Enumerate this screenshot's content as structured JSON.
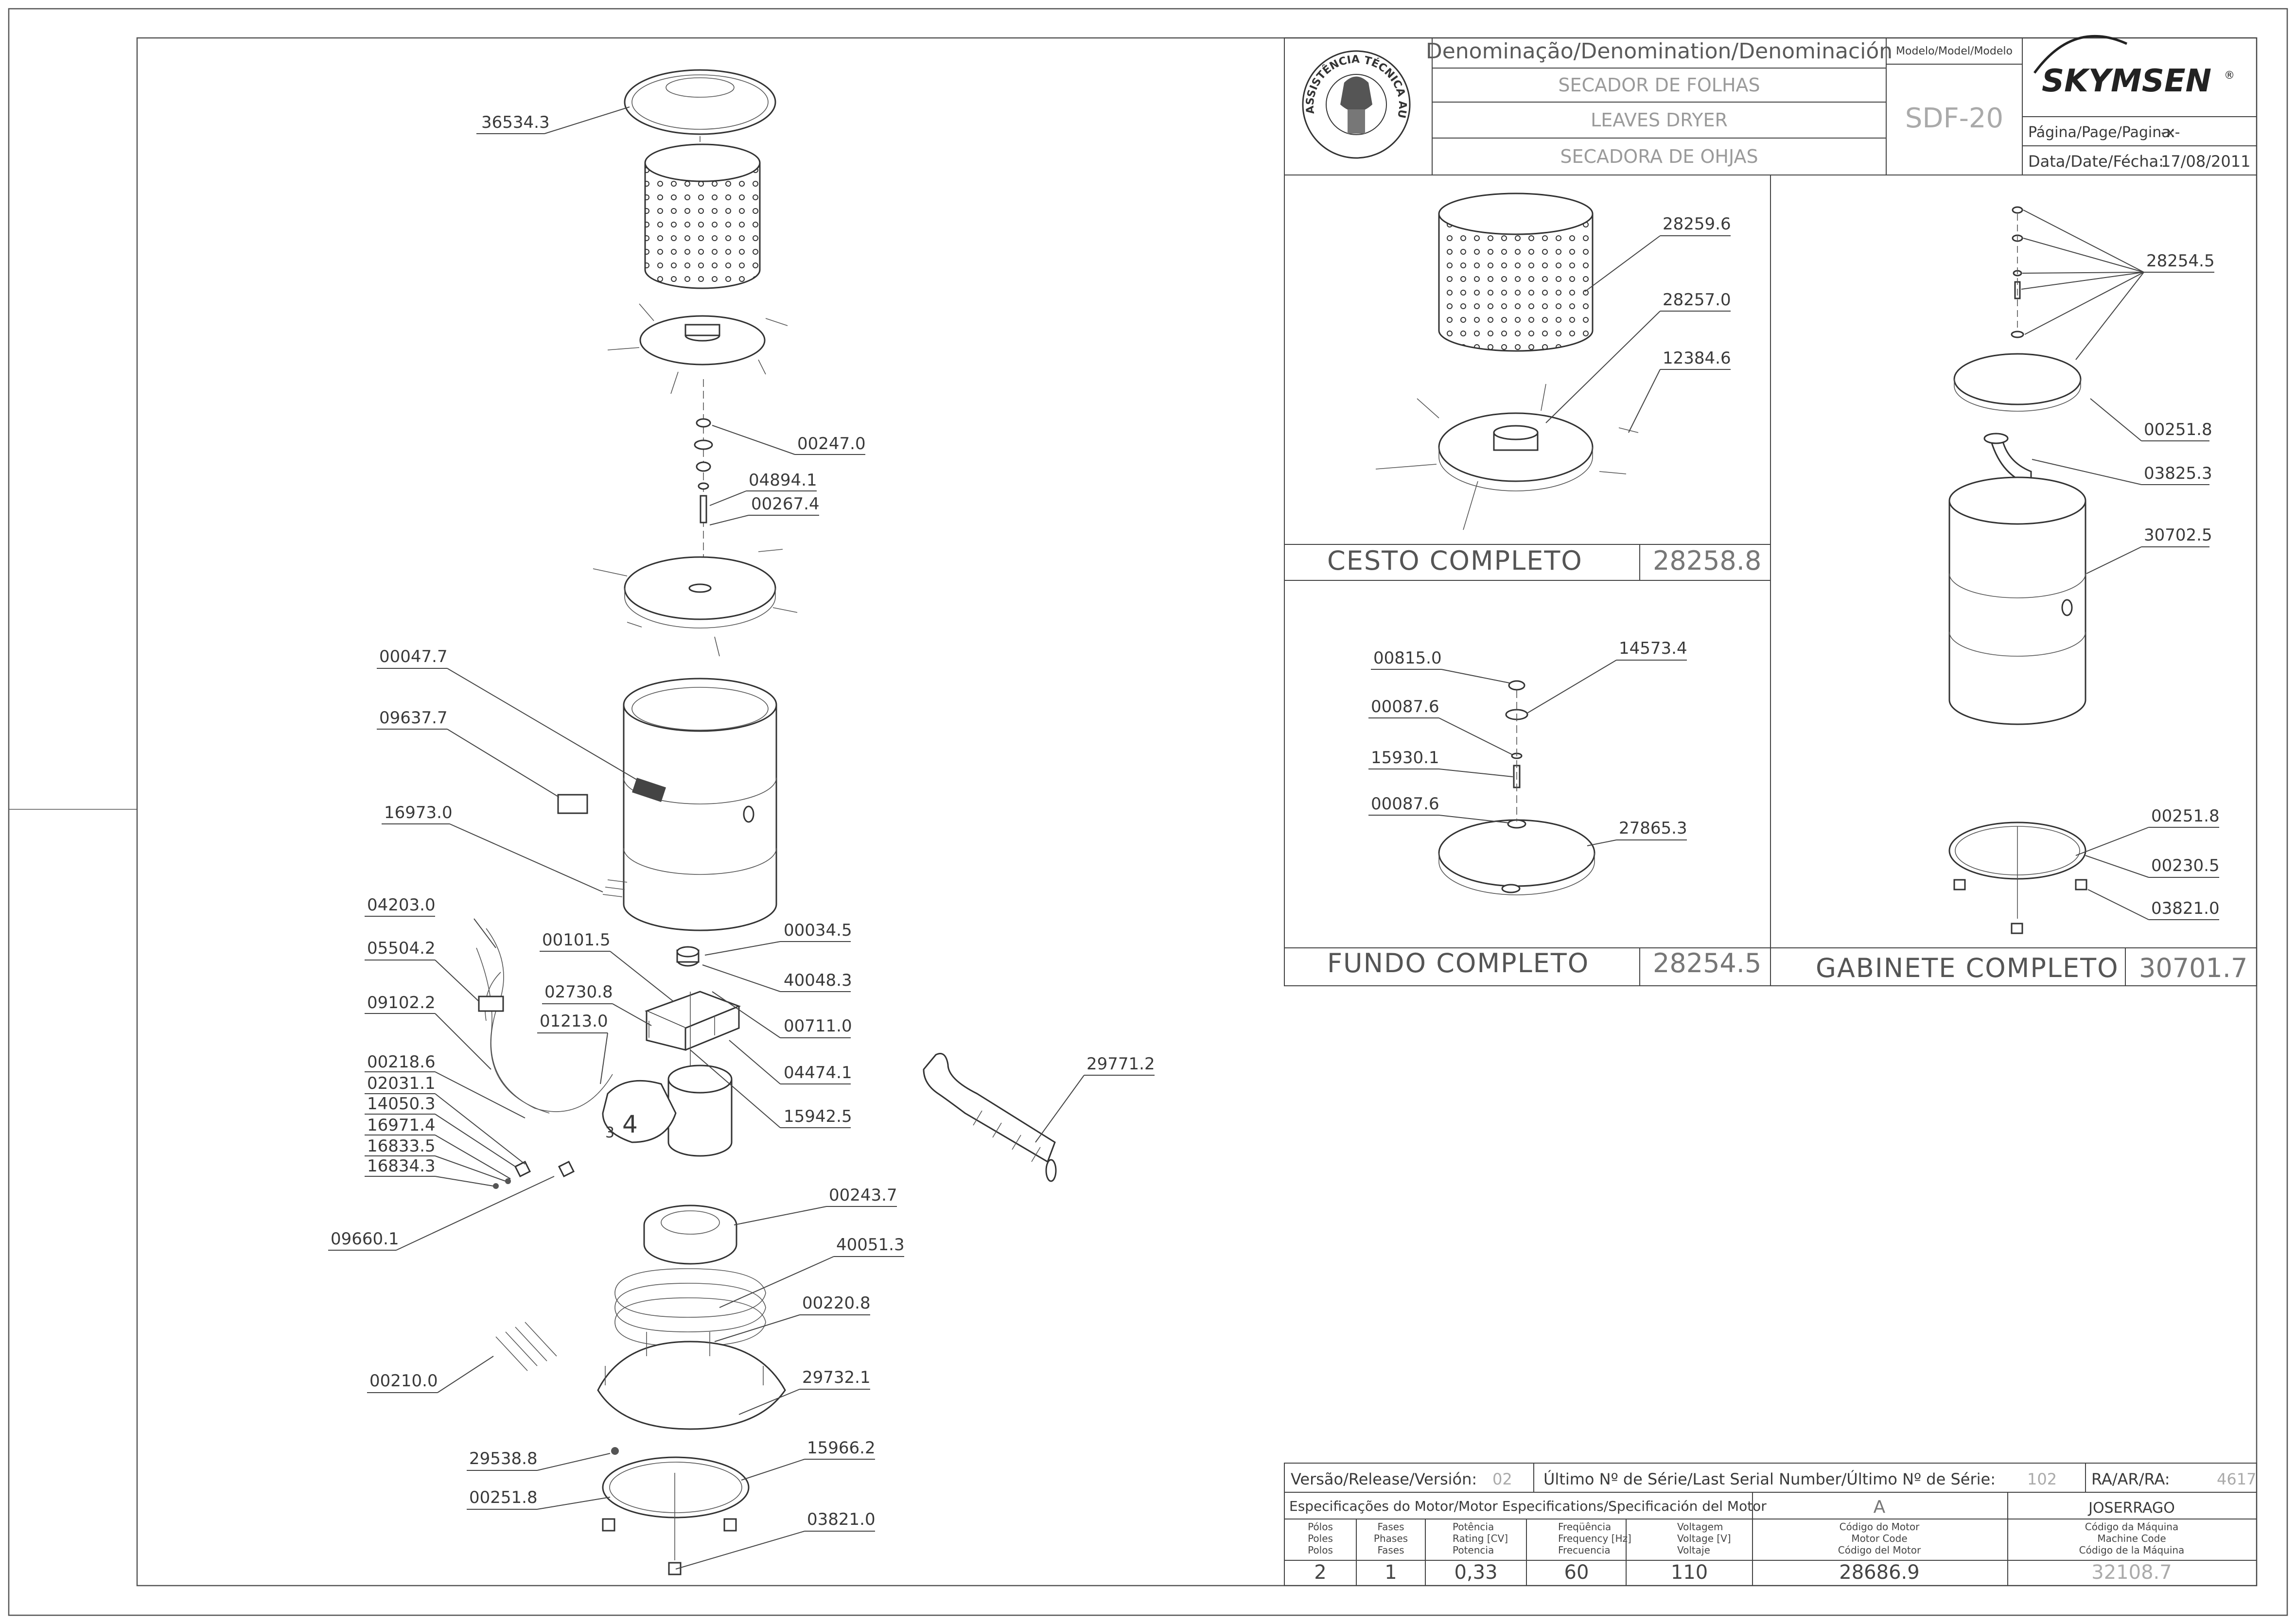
{
  "header": {
    "denomination_label": "Denominação/Denomination/Denominación",
    "name_pt": "SECADOR DE FOLHAS",
    "name_en": "LEAVES DRYER",
    "name_es": "SECADORA DE OHJAS",
    "model_label": "Modelo/Model/Modelo",
    "model": "SDF-20",
    "brand": "SKYMSEN",
    "brand_mark": "®",
    "page_label": "Página/Page/Pagina:",
    "page_value": "-x-",
    "date_label": "Data/Date/Fécha:",
    "date_value": "17/08/2011",
    "seal_text": "ASSISTÊNCIA TÉCNICA AUTORIZADA"
  },
  "main_parts": [
    {
      "code": "36534.3"
    },
    {
      "code": "00247.0"
    },
    {
      "code": "04894.1"
    },
    {
      "code": "00267.4"
    },
    {
      "code": "00047.7"
    },
    {
      "code": "09637.7"
    },
    {
      "code": "16973.0"
    },
    {
      "code": "04203.0"
    },
    {
      "code": "05504.2"
    },
    {
      "code": "09102.2"
    },
    {
      "code": "00218.6"
    },
    {
      "code": "02031.1"
    },
    {
      "code": "14050.3"
    },
    {
      "code": "16971.4"
    },
    {
      "code": "16833.5"
    },
    {
      "code": "16834.3"
    },
    {
      "code": "09660.1"
    },
    {
      "code": "00101.5"
    },
    {
      "code": "02730.8"
    },
    {
      "code": "01213.0"
    },
    {
      "code": "00034.5"
    },
    {
      "code": "40048.3"
    },
    {
      "code": "00711.0"
    },
    {
      "code": "04474.1"
    },
    {
      "code": "15942.5"
    },
    {
      "code": "29771.2"
    },
    {
      "code": "00243.7"
    },
    {
      "code": "40051.3"
    },
    {
      "code": "00220.8"
    },
    {
      "code": "00210.0"
    },
    {
      "code": "29732.1"
    },
    {
      "code": "29538.8"
    },
    {
      "code": "15966.2"
    },
    {
      "code": "00251.8"
    },
    {
      "code": "03821.0"
    }
  ],
  "assemblies": {
    "cesto": {
      "name": "CESTO COMPLETO",
      "code": "28258.8",
      "parts": [
        {
          "code": "28259.6"
        },
        {
          "code": "28257.0"
        },
        {
          "code": "12384.6"
        }
      ]
    },
    "fundo": {
      "name": "FUNDO COMPLETO",
      "code": "28254.5",
      "parts": [
        {
          "code": "00815.0"
        },
        {
          "code": "14573.4"
        },
        {
          "code": "00087.6"
        },
        {
          "code": "15930.1"
        },
        {
          "code": "00087.6"
        },
        {
          "code": "27865.3"
        }
      ]
    },
    "gabinete": {
      "name": "GABINETE COMPLETO",
      "code": "30701.7",
      "parts": [
        {
          "code": "28254.5"
        },
        {
          "code": "00251.8"
        },
        {
          "code": "03825.3"
        },
        {
          "code": "30702.5"
        },
        {
          "code": "00251.8"
        },
        {
          "code": "00230.5"
        },
        {
          "code": "03821.0"
        }
      ]
    }
  },
  "footer": {
    "version_label": "Versão/Release/Versión:",
    "version_value": "02",
    "serial_label": "Último Nº de Série/Last Serial Number/Último Nº de Série:",
    "serial_value": "102",
    "ra_label": "RA/AR/RA:",
    "ra_value": "4617",
    "motor_spec_label": "Especificações do Motor/Motor Especifications/Specificación del Motor",
    "motor_letter": "A",
    "author": "JOSERRAGO",
    "col_poles": [
      "Pólos",
      "Poles",
      "Polos"
    ],
    "col_phases": [
      "Fases",
      "Phases",
      "Fases"
    ],
    "col_power": [
      "Potência",
      "Rating [CV]",
      "Potencia"
    ],
    "col_freq": [
      "Freqüência",
      "Frequency [Hz]",
      "Frecuencia"
    ],
    "col_voltage": [
      "Voltagem",
      "Voltage [V]",
      "Voltaje"
    ],
    "col_motor_code": [
      "Código do Motor",
      "Motor Code",
      "Código del Motor"
    ],
    "col_machine_code": [
      "Código da Máquina",
      "Machine Code",
      "Código de la Máquina"
    ],
    "poles": "2",
    "phases": "1",
    "power": "0,33",
    "frequency": "60",
    "voltage": "110",
    "motor_code": "28686.9",
    "machine_code": "32108.7"
  },
  "colors": {
    "line": "#444444",
    "background": "#ffffff",
    "faded_text": "#aaaaaa"
  }
}
